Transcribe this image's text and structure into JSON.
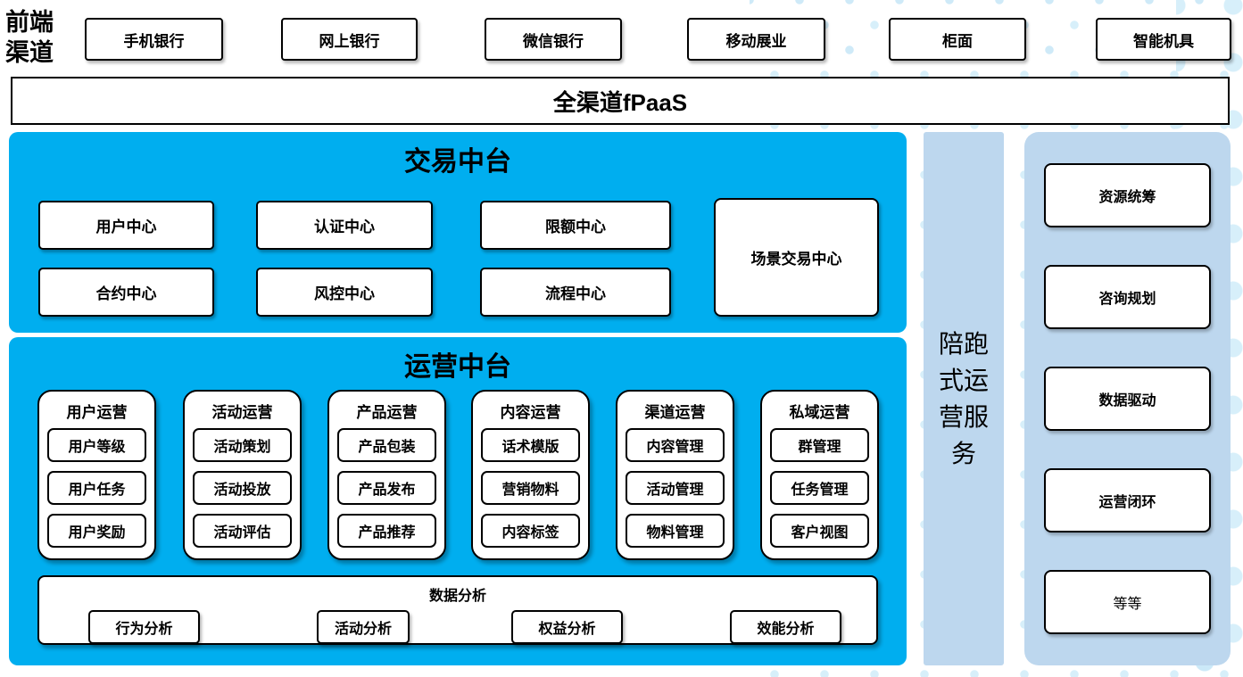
{
  "colors": {
    "primary_blue": "#00AEEF",
    "light_blue": "#BDD7EE",
    "dot_blue": "#D2ECF9"
  },
  "front_channels": {
    "label": "前端渠道",
    "items": [
      "手机银行",
      "网上银行",
      "微信银行",
      "移动展业",
      "柜面",
      "智能机具"
    ]
  },
  "fpaas": {
    "label": "全渠道fPaaS"
  },
  "trade_platform": {
    "title": "交易中台",
    "row1": [
      "用户中心",
      "认证中心",
      "限额中心"
    ],
    "row2": [
      "合约中心",
      "风控中心",
      "流程中心"
    ],
    "tall_box": "场景交易中心"
  },
  "operations_platform": {
    "title": "运营中台",
    "groups": [
      {
        "title": "用户运营",
        "items": [
          "用户等级",
          "用户任务",
          "用户奖励"
        ]
      },
      {
        "title": "活动运营",
        "items": [
          "活动策划",
          "活动投放",
          "活动评估"
        ]
      },
      {
        "title": "产品运营",
        "items": [
          "产品包装",
          "产品发布",
          "产品推荐"
        ]
      },
      {
        "title": "内容运营",
        "items": [
          "话术模版",
          "营销物料",
          "内容标签"
        ]
      },
      {
        "title": "渠道运营",
        "items": [
          "内容管理",
          "活动管理",
          "物料管理"
        ]
      },
      {
        "title": "私域运营",
        "items": [
          "群管理",
          "任务管理",
          "客户视图"
        ]
      }
    ],
    "data_analysis": {
      "title": "数据分析",
      "items": [
        "行为分析",
        "活动分析",
        "权益分析",
        "效能分析"
      ]
    }
  },
  "accompany_service": {
    "label": "陪跑式运营服务"
  },
  "service_panel": {
    "items": [
      "资源统筹",
      "咨询规划",
      "数据驱动",
      "运营闭环",
      "等等"
    ]
  }
}
